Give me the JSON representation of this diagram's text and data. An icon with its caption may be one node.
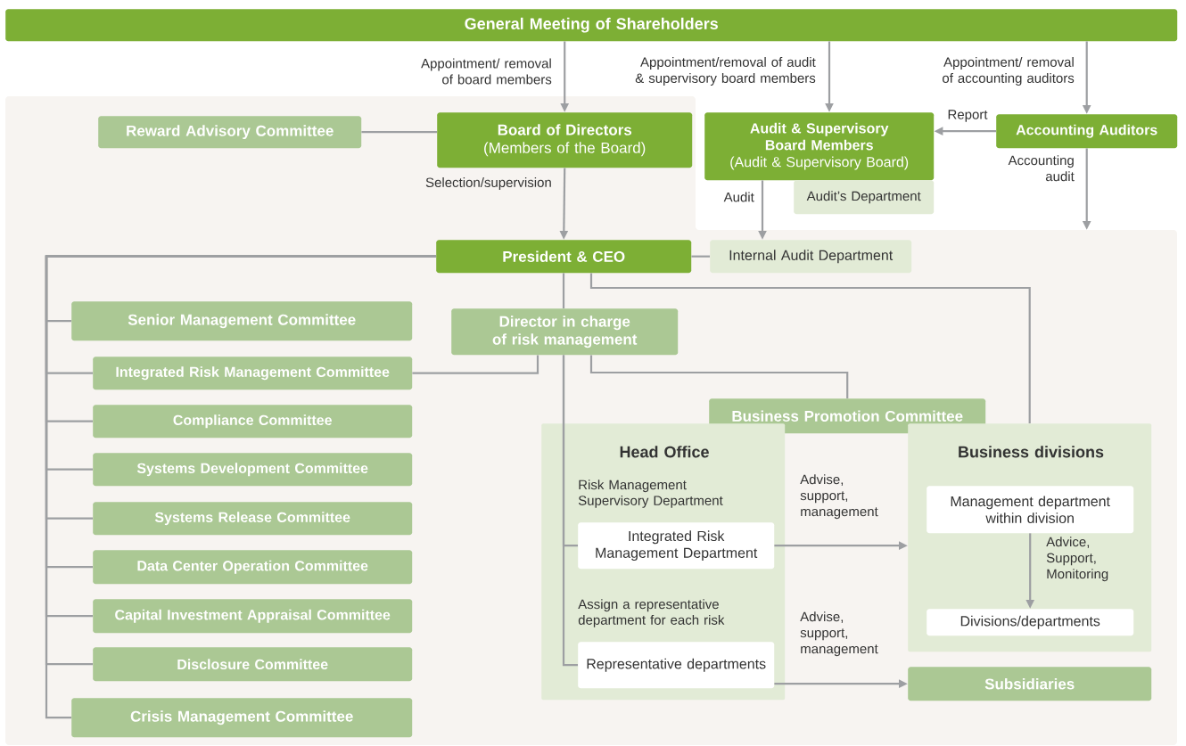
{
  "diagram": {
    "nodes": [
      {
        "text": [
          "General Meeting of Shareholders"
        ]
      },
      {
        "text": [
          "Reward Advisory Committee"
        ]
      },
      {
        "text": [
          "Board of Directors",
          "(Members of the Board)"
        ]
      },
      {
        "text": [
          "Audit & Supervisory Board Members",
          "(Audit & Supervisory Board)"
        ]
      },
      {
        "text": [
          "Audit’s Department"
        ]
      },
      {
        "text": [
          "Accounting Auditors"
        ]
      },
      {
        "text": [
          "President & CEO"
        ]
      },
      {
        "text": [
          "Internal Audit Department"
        ]
      },
      {
        "text": [
          "Senior Management Committee"
        ]
      },
      {
        "text": [
          "Director in charge of risk management"
        ]
      },
      {
        "text": [
          "Integrated Risk Management Committee"
        ]
      },
      {
        "text": [
          "Compliance Committee"
        ]
      },
      {
        "text": [
          "Systems Development Committee"
        ]
      },
      {
        "text": [
          "Systems Release Committee"
        ]
      },
      {
        "text": [
          "Data Center Operation Committee"
        ]
      },
      {
        "text": [
          "Capital Investment Appraisal Committee"
        ]
      },
      {
        "text": [
          "Disclosure Committee"
        ]
      },
      {
        "text": [
          "Crisis Management Committee"
        ]
      },
      {
        "text": [
          "Business Promotion Committee"
        ]
      },
      {
        "text": [
          "Head Office",
          "Risk Management Supervisory Department",
          "Assign a representative department for each risk"
        ]
      },
      {
        "text": [
          "Integrated Risk Management Department"
        ],
        "in": 19
      },
      {
        "text": [
          "Representative departments"
        ],
        "in": 19
      },
      {
        "text": [
          "Business divisions"
        ]
      },
      {
        "text": [
          "Management department within division"
        ],
        "in": 22
      },
      {
        "text": [
          "Divisions/departments"
        ],
        "in": 22
      },
      {
        "text": [
          "Subsidiaries"
        ]
      }
    ],
    "edges": [
      {
        "from": 0,
        "to": 2,
        "arrow": "to",
        "label": "Appointment/ removal of board members"
      },
      {
        "from": 0,
        "to": 3,
        "arrow": "to",
        "label": "Appointment/removal of audit & supervisory board members"
      },
      {
        "from": 0,
        "to": 5,
        "arrow": "to",
        "label": "Appointment/ removal of accounting auditors"
      },
      {
        "from": 1,
        "to": 2,
        "arrow": "none"
      },
      {
        "from": 5,
        "to": 3,
        "arrow": "to",
        "label": "Report"
      },
      {
        "from": 2,
        "to": 6,
        "arrow": "to",
        "label": "Selection/supervision"
      },
      {
        "from": 3,
        "to": 7,
        "arrow": "to",
        "label": "Audit"
      },
      {
        "from": 5,
        "to": null,
        "arrow": "to",
        "label": "Accounting audit"
      },
      {
        "from": 6,
        "to": 7,
        "arrow": "none"
      },
      {
        "from": 6,
        "to": 8,
        "arrow": "none"
      },
      {
        "from": 6,
        "to": 10,
        "arrow": "none"
      },
      {
        "from": 6,
        "to": 11,
        "arrow": "none"
      },
      {
        "from": 6,
        "to": 12,
        "arrow": "none"
      },
      {
        "from": 6,
        "to": 13,
        "arrow": "none"
      },
      {
        "from": 6,
        "to": 14,
        "arrow": "none"
      },
      {
        "from": 6,
        "to": 15,
        "arrow": "none"
      },
      {
        "from": 6,
        "to": 16,
        "arrow": "none"
      },
      {
        "from": 6,
        "to": 17,
        "arrow": "none"
      },
      {
        "from": 9,
        "to": 10,
        "arrow": "none"
      },
      {
        "from": 6,
        "to": 9,
        "arrow": "none"
      },
      {
        "from": 9,
        "to": 20,
        "arrow": "none"
      },
      {
        "from": 9,
        "to": 21,
        "arrow": "none"
      },
      {
        "from": 9,
        "to": 18,
        "arrow": "none"
      },
      {
        "from": 6,
        "to": 22,
        "arrow": "none"
      },
      {
        "from": 20,
        "to": 22,
        "arrow": "to",
        "label": "Advise, support, management"
      },
      {
        "from": 21,
        "to": 25,
        "arrow": "to",
        "label": "Advise, support, management"
      },
      {
        "from": 23,
        "to": 24,
        "arrow": "to",
        "label": "Advice, Support, Monitoring"
      }
    ]
  }
}
